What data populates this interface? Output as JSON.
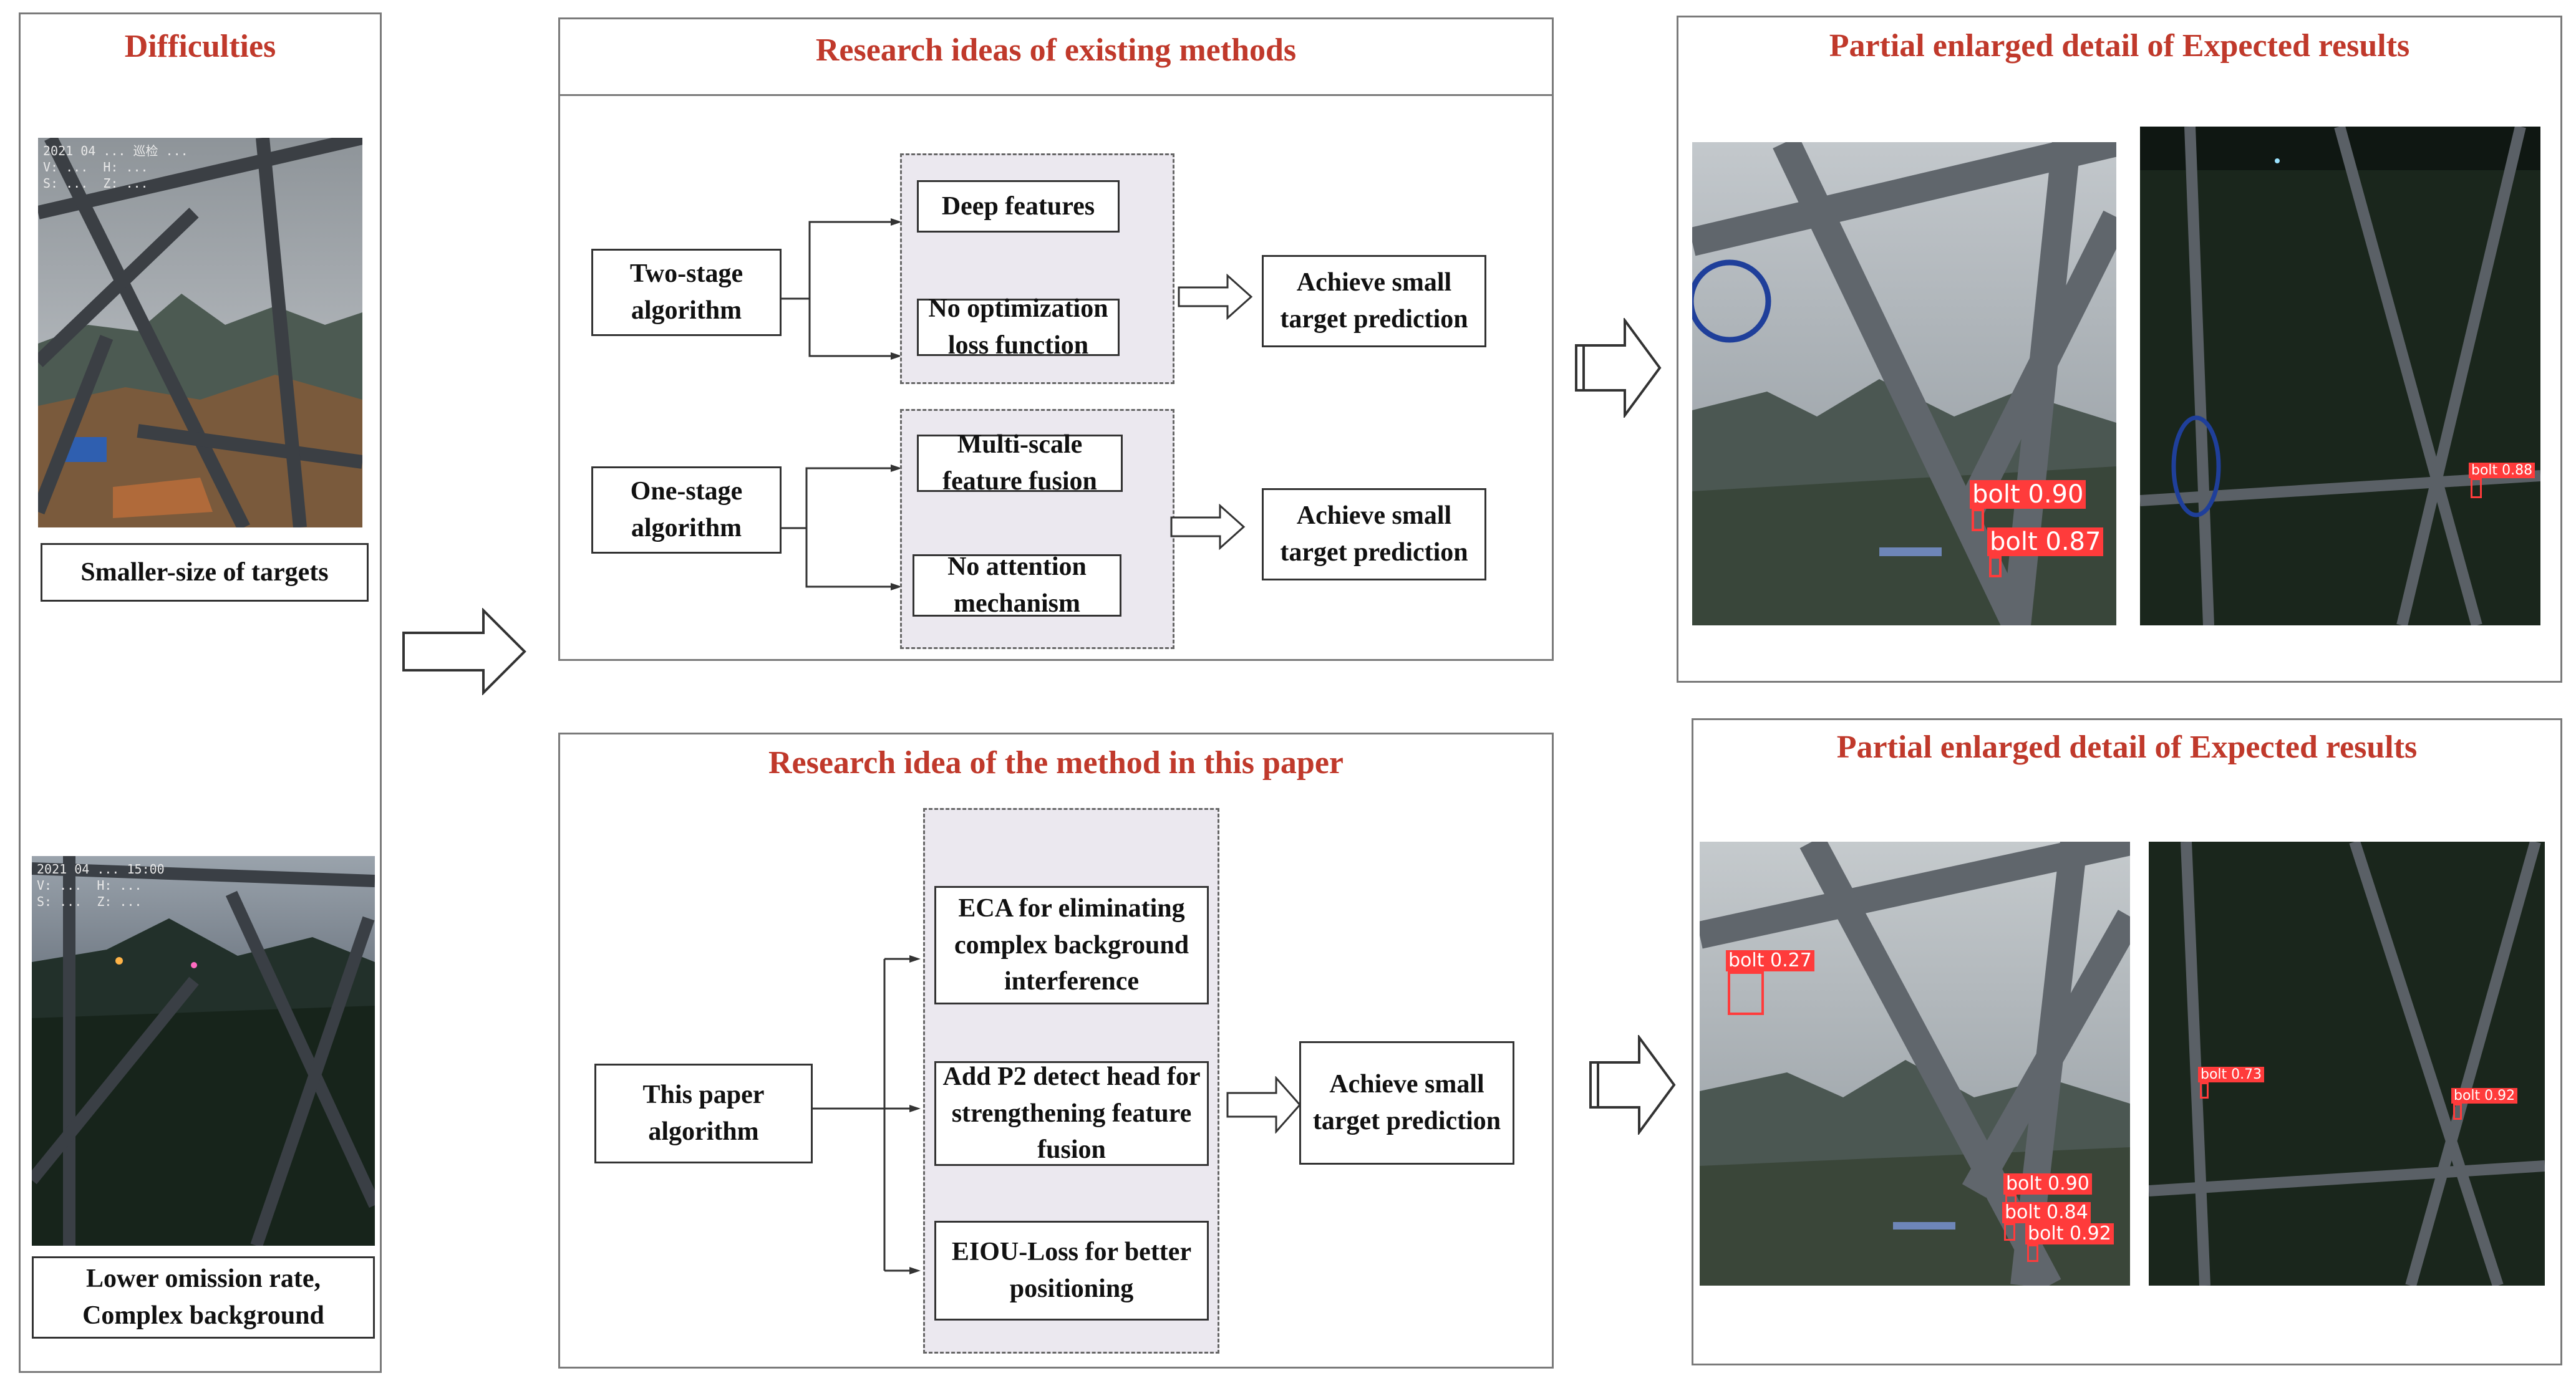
{
  "difficulties": {
    "title": "Difficulties",
    "caption_top": "Smaller-size of targets",
    "caption_bottom": "Lower omission rate, Complex background",
    "stamp_top": "2021 04 ... 巡检 ...\nV: ...  H: ...\nS: ...  Z: ...",
    "stamp_bottom": "2021 04 ... 15:00\nV: ...  H: ...\nS: ...  Z: ..."
  },
  "existing": {
    "title": "Research ideas of existing methods",
    "two_stage": "Two-stage algorithm",
    "deep_features": "Deep features",
    "no_opt_loss": "No optimization loss function",
    "achieve_1": "Achieve small target prediction",
    "one_stage": "One-stage algorithm",
    "multi_scale": "Multi-scale feature fusion",
    "no_attention": "No attention mechanism",
    "achieve_2": "Achieve small target prediction"
  },
  "proposed": {
    "title": "Research idea of the method in this paper",
    "this_paper": "This paper algorithm",
    "eca": "ECA for eliminating complex background interference",
    "p2": "Add P2  detect head for strengthening feature fusion",
    "eiou": "EIOU-Loss for better positioning",
    "achieve": "Achieve small target prediction"
  },
  "results_top": {
    "title": "Partial enlarged detail of Expected results",
    "detections": [
      "bolt  0.90",
      "bolt  0.87",
      "bolt  0.88"
    ]
  },
  "results_bottom": {
    "title": "Partial enlarged detail of Expected results",
    "detections": [
      "bolt  0.27",
      "bolt  0.90",
      "bolt  0.84",
      "bolt  0.92",
      "bolt  0.73",
      "bolt  0.92"
    ]
  },
  "colors": {
    "title_red": "#c0392b",
    "detect_red": "#ff3b3b",
    "circle_blue": "#1f3f9a"
  }
}
